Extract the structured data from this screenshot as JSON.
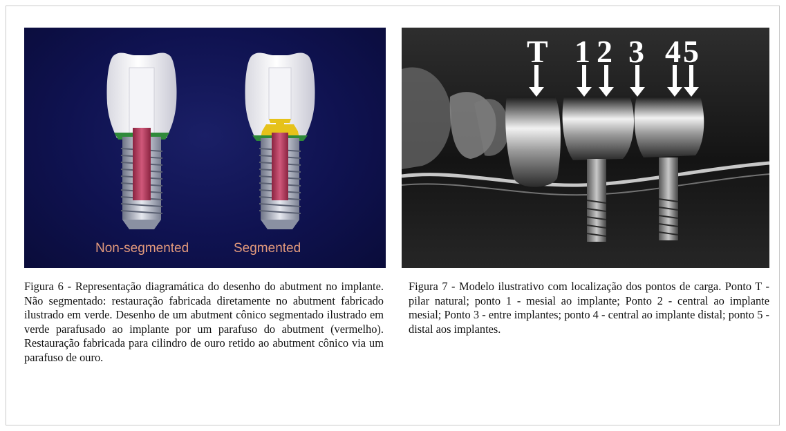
{
  "figure6": {
    "labels": {
      "non_segmented": "Non-segmented",
      "segmented": "Segmented"
    },
    "colors": {
      "background": "#12155a",
      "abutment": "#2f8a3a",
      "screw": "#b83a5a",
      "gold": "#e6c21a",
      "label": "#e39a7c"
    },
    "caption": "Figura 6 - Representação diagramática do desenho do abutment no implante. Não segmentado: restauração fabricada diretamente no abutment fabricado ilustrado em verde. Desenho de um abutment cônico segmentado ilustrado em verde parafusado ao implante por um parafuso do abutment (vermelho). Restauração fabricada para cilindro de ouro retido ao abutment cônico via um parafuso de ouro."
  },
  "figure7": {
    "points": [
      "T",
      "1",
      "2",
      "3",
      "4",
      "5"
    ],
    "caption": "Figura 7 - Modelo ilustrativo com localização dos pontos de carga. Ponto T - pilar natural; ponto 1 - mesial ao implante; Ponto 2 - central ao implante mesial; Ponto 3 - entre implantes; ponto 4 - central ao implante distal; ponto 5 - distal aos implantes."
  }
}
